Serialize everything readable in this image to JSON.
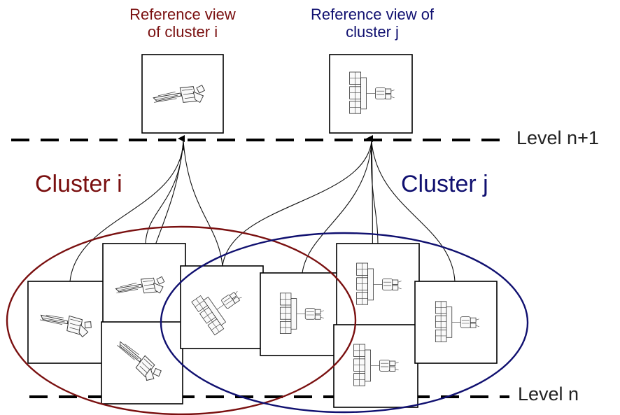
{
  "labels": {
    "ref_i": [
      "Reference view",
      "of cluster i"
    ],
    "ref_j": [
      "Reference view of",
      "cluster j"
    ],
    "cluster_i": "Cluster i",
    "cluster_j": "Cluster j",
    "level_top": "Level n+1",
    "level_bottom": "Level n"
  },
  "colors": {
    "cluster_i": "#7a1010",
    "cluster_j": "#101070"
  },
  "icons": [
    "satellite-thumbnail-icon"
  ]
}
